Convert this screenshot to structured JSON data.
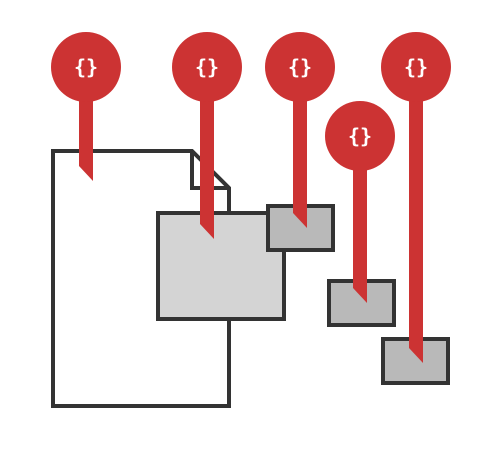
{
  "colors": {
    "background": "#ffffff",
    "outline": "#333333",
    "document_fill": "#ffffff",
    "large_block_fill": "#d4d4d4",
    "small_block_fill": "#b9b9b9",
    "pin": "#cc3333",
    "pin_text": "#ffffff"
  },
  "pins": [
    {
      "label": "{}",
      "icon": "json-braces-icon",
      "target": "document"
    },
    {
      "label": "{}",
      "icon": "json-braces-icon",
      "target": "large-block"
    },
    {
      "label": "{}",
      "icon": "json-braces-icon",
      "target": "small-block-1"
    },
    {
      "label": "{}",
      "icon": "json-braces-icon",
      "target": "small-block-2"
    },
    {
      "label": "{}",
      "icon": "json-braces-icon",
      "target": "small-block-3"
    }
  ]
}
